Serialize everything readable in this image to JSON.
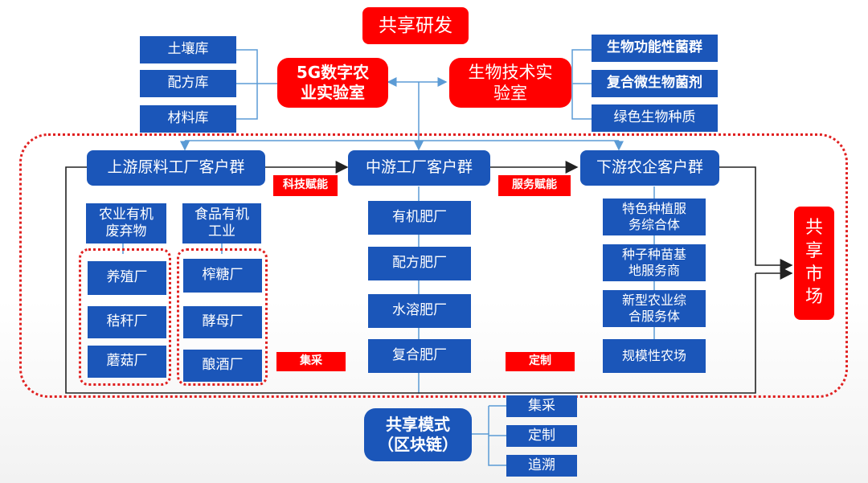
{
  "center": {
    "shared_rd": "共享研发",
    "lab_5g": "5G数字农\n业实验室",
    "lab_bio": "生物技术实\n验室",
    "shared_market": "共\n享\n市\n场",
    "shared_mode": "共享模式\n（区块链）"
  },
  "libraries": [
    "土壤库",
    "配方库",
    "材料库"
  ],
  "bio_items": [
    "生物功能性菌群",
    "复合微生物菌剂",
    "绿色生物种质"
  ],
  "groups": {
    "upstream": "上游原料工厂客户群",
    "midstream": "中游工厂客户群",
    "downstream": "下游农企客户群"
  },
  "labels": {
    "tech": "科技赋能",
    "service": "服务赋能",
    "collect": "集采",
    "custom": "定制"
  },
  "upstream_categories": [
    "农业有机\n废弃物",
    "食品有机\n工业"
  ],
  "upstream_left": [
    "养殖厂",
    "秸秆厂",
    "蘑菇厂"
  ],
  "upstream_right": [
    "榨糖厂",
    "酵母厂",
    "酿酒厂"
  ],
  "midstream_items": [
    "有机肥厂",
    "配方肥厂",
    "水溶肥厂",
    "复合肥厂"
  ],
  "downstream_items": [
    "特色种植服\n务综合体",
    "种子种苗基\n地服务商",
    "新型农业综\n合服务体",
    "规模性农场"
  ],
  "mode_items": [
    "集采",
    "定制",
    "追溯"
  ],
  "colors": {
    "blue": "#1b56b9",
    "red": "#ff0000",
    "line": "#5b9bd5"
  }
}
